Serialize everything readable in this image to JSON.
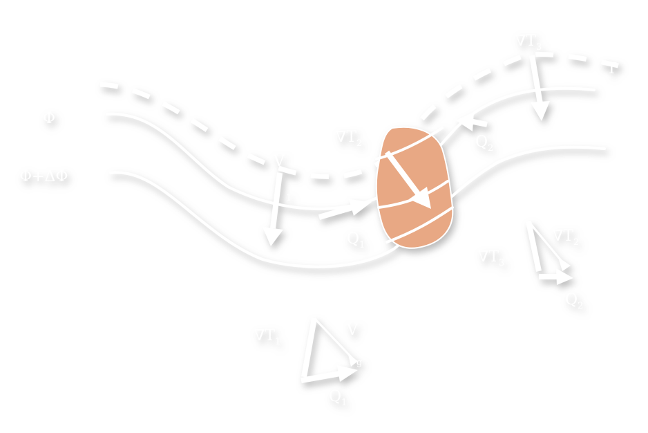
{
  "labels": {
    "phi": "Φ",
    "phi_dphi": "Φ+ΔΦ",
    "T": "T",
    "gradT3_top": "∇T",
    "gradT3_top_sub": "3",
    "V_mid": "V",
    "g1_mid_sub": "1",
    "gradT2_mid": "∇T",
    "gradT2_mid_sub": "2",
    "Q1_mid": "Q",
    "Q1_mid_sub": "1",
    "Q2_mid": "Q",
    "Q2_mid_sub": "2",
    "gradT3_right": "∇T",
    "gradT3_right_sub": "3",
    "gradT2_right": "∇T",
    "gradT2_right_sub": "2",
    "Q2_right": "Q",
    "Q2_right_sub": "2",
    "gradT1_bottom": "∇T",
    "gradT1_bottom_sub": "1",
    "V_bottom": "V",
    "g_bottom_sub": "g",
    "Q1_bottom": "Q",
    "Q1_bottom_sub": "1"
  },
  "colors": {
    "background": "#ffffff",
    "lines": "#ffffff",
    "blob_fill": "#e8a884",
    "shadow": "#d8d8d8"
  }
}
